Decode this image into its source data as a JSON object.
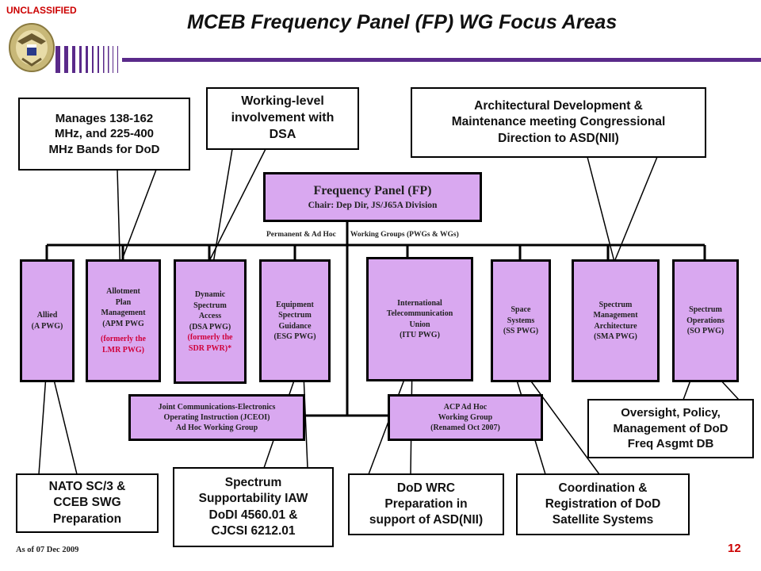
{
  "header": {
    "classification": "UNCLASSIFIED",
    "title": "MCEB Frequency Panel (FP) WG Focus Areas"
  },
  "colors": {
    "box_fill": "#d9a8f0",
    "stripe_purple": "#5a2a8a",
    "classification_red": "#cc0000",
    "formerly_red": "#d0003a"
  },
  "panel": {
    "title": "Frequency Panel (FP)",
    "chair": "Chair:  Dep Dir, JS/J65A Division",
    "permanent_label": "Permanent  & Ad Hoc",
    "working_groups_label": "Working Groups (PWGs & WGs)"
  },
  "working_groups": {
    "allied": {
      "line1": "Allied",
      "line2": "(A PWG)"
    },
    "apm": {
      "line1": "Allotment",
      "line2": "Plan",
      "line3": "Management",
      "line4": "(APM PWG",
      "line5": "(formerly the",
      "line6": "LMR PWG)"
    },
    "dsa": {
      "line1": "Dynamic",
      "line2": "Spectrum",
      "line3": "Access",
      "line4": "(DSA PWG)",
      "line5": "(formerly the",
      "line6": "SDR PWR)*"
    },
    "esg": {
      "line1": "Equipment",
      "line2": "Spectrum",
      "line3": "Guidance",
      "line4": "(ESG PWG)"
    },
    "itu": {
      "line1": "International",
      "line2": "Telecommunication",
      "line3": "Union",
      "line4": "(ITU PWG)"
    },
    "ss": {
      "line1": "Space",
      "line2": "Systems",
      "line3": "(SS PWG)"
    },
    "sma": {
      "line1": "Spectrum",
      "line2": "Management",
      "line3": "Architecture",
      "line4": "(SMA PWG)"
    },
    "so": {
      "line1": "Spectrum",
      "line2": "Operations",
      "line3": "(SO PWG)"
    }
  },
  "adhoc_groups": {
    "jceoi": {
      "line1": "Joint Communications-Electronics",
      "line2": "Operating Instruction (JCEOI)",
      "line3": "Ad Hoc Working Group"
    },
    "acp": {
      "line1": "ACP Ad Hoc",
      "line2": "Working Group",
      "line3": "(Renamed Oct 2007)"
    }
  },
  "callouts": {
    "bands": {
      "line1": "Manages 138-162",
      "line2": "MHz, and 225-400",
      "line3": "MHz Bands for DoD"
    },
    "dsa_involvement": {
      "line1": "Working-level",
      "line2": "involvement with",
      "line3": "DSA"
    },
    "architecture": {
      "line1": "Architectural Development &",
      "line2": "Maintenance meeting Congressional",
      "line3": "Direction to ASD(NII)"
    },
    "oversight": {
      "line1": "Oversight, Policy,",
      "line2": "Management of DoD",
      "line3": "Freq Asgmt DB"
    },
    "nato": {
      "line1": "NATO SC/3 &",
      "line2": "CCEB SWG",
      "line3": "Preparation"
    },
    "supportability": {
      "line1": "Spectrum",
      "line2": "Supportability IAW",
      "line3": "DoDI 4560.01 &",
      "line4": "CJCSI 6212.01"
    },
    "wrc": {
      "line1": "DoD WRC",
      "line2": "Preparation in",
      "line3": "support of ASD(NII)"
    },
    "satellite": {
      "line1": "Coordination &",
      "line2": "Registration of DoD",
      "line3": "Satellite Systems"
    }
  },
  "footer": {
    "date": "As of 07 Dec 2009",
    "page_number": "12"
  }
}
